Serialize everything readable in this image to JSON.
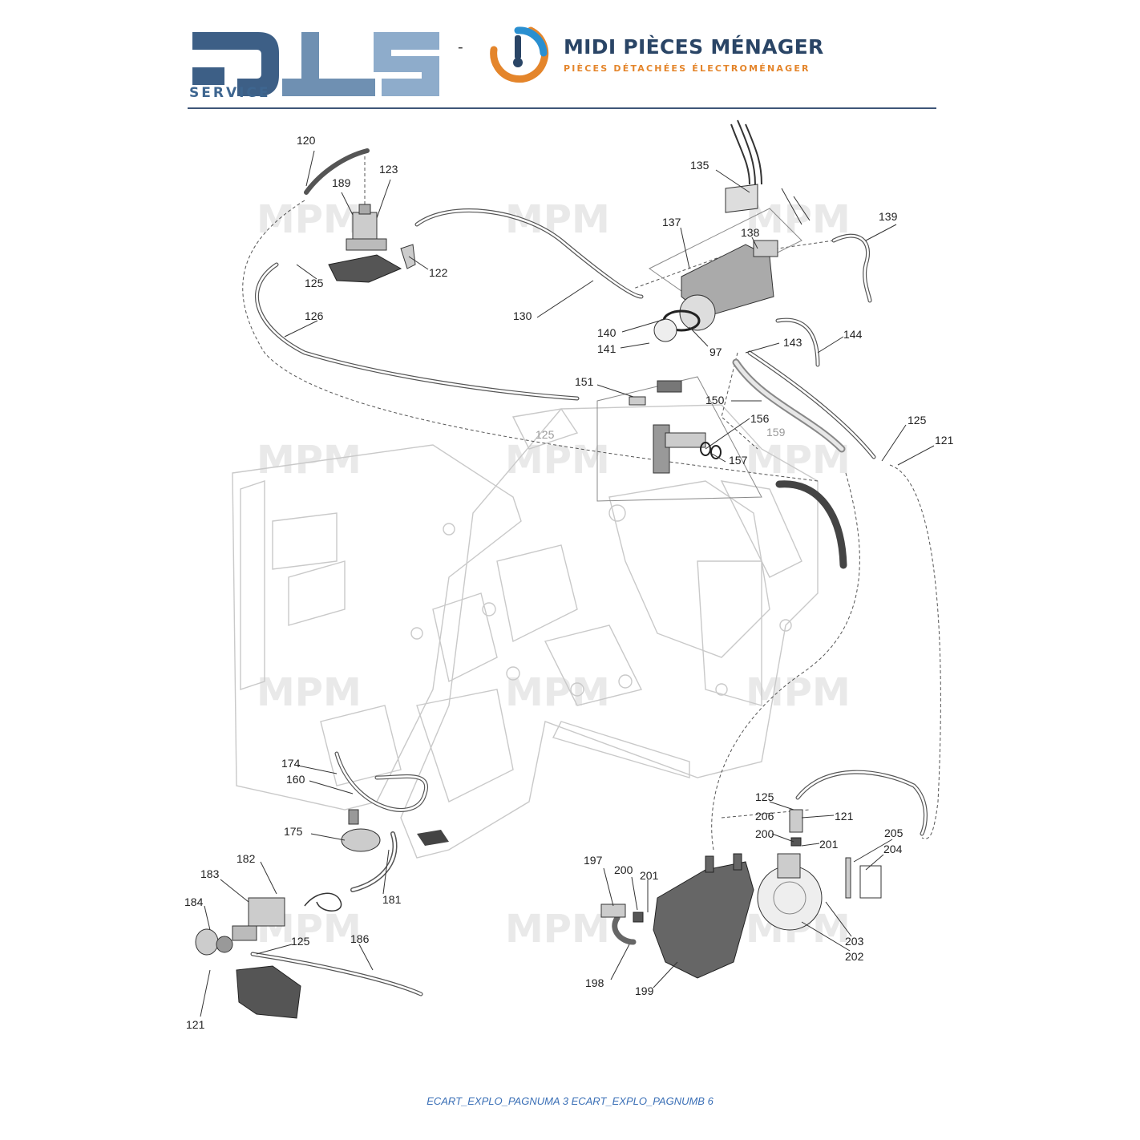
{
  "header": {
    "dls_brand": "DLS",
    "dls_service": "SERVICE",
    "separator": "-",
    "mpm_title": "MIDI PIÈCES MÉNAGER",
    "mpm_subtitle": "PIÈCES DÉTACHÉES ÉLECTROMÉNAGER"
  },
  "watermark_text": "MPM",
  "parts": [
    {
      "id": "120"
    },
    {
      "id": "123"
    },
    {
      "id": "189"
    },
    {
      "id": "122"
    },
    {
      "id": "125"
    },
    {
      "id": "126"
    },
    {
      "id": "130"
    },
    {
      "id": "135"
    },
    {
      "id": "137"
    },
    {
      "id": "138"
    },
    {
      "id": "139"
    },
    {
      "id": "140"
    },
    {
      "id": "141"
    },
    {
      "id": "97"
    },
    {
      "id": "143"
    },
    {
      "id": "144"
    },
    {
      "id": "151"
    },
    {
      "id": "150"
    },
    {
      "id": "156"
    },
    {
      "id": "125"
    },
    {
      "id": "159"
    },
    {
      "id": "157"
    },
    {
      "id": "125"
    },
    {
      "id": "121"
    },
    {
      "id": "174"
    },
    {
      "id": "160"
    },
    {
      "id": "175"
    },
    {
      "id": "182"
    },
    {
      "id": "183"
    },
    {
      "id": "184"
    },
    {
      "id": "181"
    },
    {
      "id": "125"
    },
    {
      "id": "186"
    },
    {
      "id": "121"
    },
    {
      "id": "197"
    },
    {
      "id": "200"
    },
    {
      "id": "201"
    },
    {
      "id": "198"
    },
    {
      "id": "199"
    },
    {
      "id": "125"
    },
    {
      "id": "206"
    },
    {
      "id": "121"
    },
    {
      "id": "200"
    },
    {
      "id": "201"
    },
    {
      "id": "205"
    },
    {
      "id": "204"
    },
    {
      "id": "203"
    },
    {
      "id": "202"
    }
  ],
  "footer": "ECART_EXPLO_PAGNUMA 3 ECART_EXPLO_PAGNUMB 6"
}
